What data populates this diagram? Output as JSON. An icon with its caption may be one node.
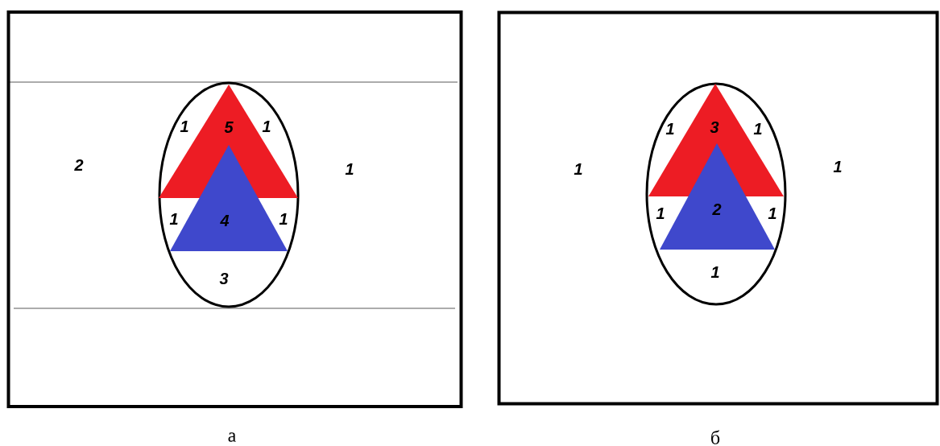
{
  "diagram": {
    "nodes": [
      {
        "text": [
          "2",
          "1"
        ],
        "beside": [
          "а"
        ]
      },
      {
        "text": [
          "1",
          "1",
          "1",
          "1",
          "3"
        ],
        "in": 0
      },
      {
        "text": [
          "5"
        ],
        "in": 1
      },
      {
        "text": [
          "4"
        ],
        "in": 1
      },
      {
        "text": [
          "1",
          "1"
        ],
        "beside": [
          "б"
        ]
      },
      {
        "text": [
          "1",
          "1",
          "1",
          "1",
          "1"
        ],
        "in": 4
      },
      {
        "text": [
          "3"
        ],
        "in": 5
      },
      {
        "text": [
          "2"
        ],
        "in": 5
      }
    ]
  }
}
